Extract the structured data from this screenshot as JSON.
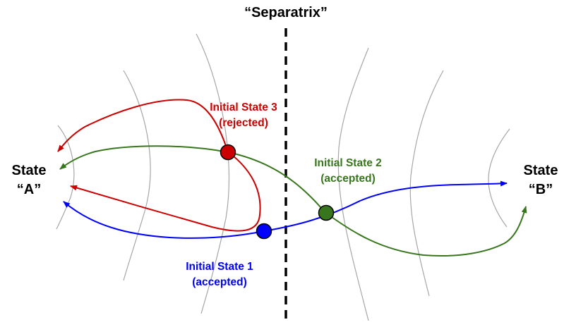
{
  "title": "“Separatrix”",
  "state_a": {
    "line1": "State",
    "line2": "“A”"
  },
  "state_b": {
    "line1": "State",
    "line2": "“B”"
  },
  "initial_states": [
    {
      "id": "state3",
      "line1": "Initial State 3",
      "line2": "(rejected)",
      "color": "#cc0000"
    },
    {
      "id": "state2",
      "line1": "Initial State 2",
      "line2": "(accepted)",
      "color": "#38761d"
    },
    {
      "id": "state1",
      "line1": "Initial State 1",
      "line2": "(accepted)",
      "color": "#0000ff"
    }
  ],
  "colors": {
    "separatrix": "#000000",
    "contours": "#a6a6a6"
  }
}
